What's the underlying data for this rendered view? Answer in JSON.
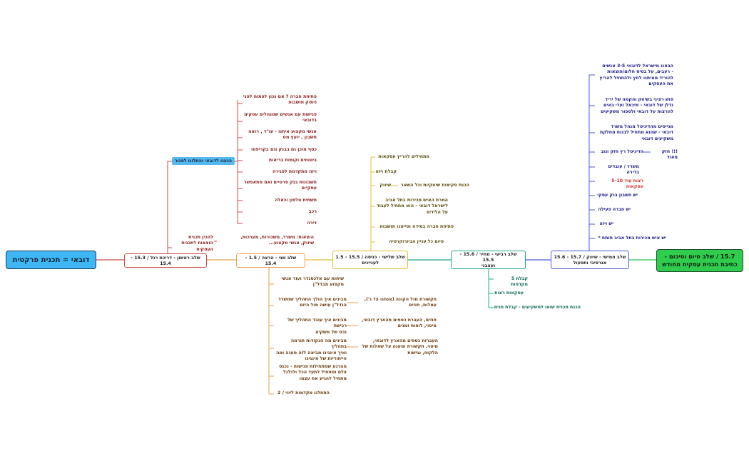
{
  "root": "דובאי = תכנית פרקטית",
  "final": "15.7 / שלב סיום וסיכום -\nכתיבת תכנית עסקית מחודש",
  "stages": {
    "s1": "שלב ראשון - דריכת רגל / 15.3 - 15.4",
    "s2": "שלב שני - הרצה / 1.5 - 15.4",
    "s3": "שלב שלישי - כניסה / 15.5 - 1.5\nלעניינים",
    "s4": "שלב רביעי - מחיר / 15.6 - 15.5\nועצבני",
    "s5": "שלב חמישי - שיווק / 15.7 - 15.6\nאגרסיבי ותפעול"
  },
  "stage1": {
    "chip": "הגענו לדובאי והתלונו לסגור",
    "items": [
      "פתיחת חברה ? אם נכון לפתוח לפני\nניתוק תושבות",
      "פגישות עם אנשים שמנהלים עסקים\nבדובאי",
      "אנשי מקצוע איתנו - עו\"ד , רואה\nחשבון , יועץ מס",
      "כסף מוכן גם בבנק וגם בקריפטו",
      "ביטוחים וקופות בריאות",
      "ויזה מתקדמת לפגירה",
      "חשבונות בנק פרטיים ואם מתאפשר\nעסקיים",
      "תשתית טלפון וכאלה",
      "רכב",
      "דירה"
    ],
    "plan_label": "להכין תכנית הוצאות לתכנית\nהעסקית",
    "plan_value": "הוצאות: משרד, משכורות, מערכות,\nשיווק, אנשי מקצוע..."
  },
  "stage2": {
    "items": [
      "שיחות עם אלכסנדר ועוד אנשי\nמקצוע מבדל\"ן",
      "מבינים איך הולך התהליך שמשרד\nהנדל\"ן עושה מול היזם",
      "מבינים איך עובד התהליך של רכישת\nנכס של משקיע",
      "מבינים מה הנקודות תורמה בתהליך\nואיך אינגיגו מביאה לזה מענה ומה\nהייחודיות של אינגיגו",
      "מהרגע שמתחילות פגישות - נכנס\nצלם ומתחיל לתעד הכל ולגלגל\nמתחיל להגיע את עצמו",
      "התחלנו מקדמות ליווי / 2"
    ],
    "side": [
      "תקשורת מול הקונה (אנחנו צד ג'),\nעמלות, חוזים",
      "חוזים, העברת כספים מהארץ דובאי,\nמיסוי, לוחות זמנים",
      "העברות כספים מהארץ לדובאי,\nמיסוי, תקשורת ומענה על שאלות של\nהלקוח, נגישות"
    ]
  },
  "stage3": {
    "items": [
      "מתחילים להריץ עסקאות",
      "קבלת ויזה",
      "שיווק",
      "המרת האיש מכירות בתל אביב\nלישראל דובאי - הוא מתחיל לעבוד\nעל הלידים",
      "פתיחת חברה במידה וסיימנו תושבות",
      "סיום כל עניין הביורוקרטיה"
    ],
    "marketing_note": "הכנת סקיצות שיווקיות וכל השאר"
  },
  "stage4": {
    "items": [
      "קבלת 5 מקדמות",
      "עסקאות רצות",
      "הכנת תכנית שואו למשקיעים - קבלת פנים"
    ]
  },
  "stage5": {
    "items": [
      "הבאנו מישראל לדובאי 3-5 אנשים\n- רעבים, על בסיס חלום/תוצאות\nלהוריד מאיתנו לחץ ולהתחיל להריץ\nאת העסקים",
      "פוש רציני בשיווק והקמה של יריד\nנדלן של דובאי - מיכאל ועדי באים\nלהרצות על דובאי ולספור משקיעים",
      "מגייסים מהדיגיטל מנהל משרד\nדובאי - שהוא מתחיל לבנות מחלקת\nמשקיעים דובאי",
      "הדיגיטל רץ חזק ונוב",
      "משרד / עובדים בדירה",
      "רצות עוד 5-10 עסקאות",
      "יש חשבון בנק עסקי",
      "יש חברה פעילה",
      "יש ויזה",
      "יש איש מכירות בתל אביב תותח *"
    ],
    "digital_note": "!!! חזק מאוד"
  },
  "colors": {
    "root_fill": "#3fb7f5",
    "final_fill": "#2fcc4e",
    "stage1_line": "#d04848",
    "stage2_line": "#e8a050",
    "stage3_line": "#e0c030",
    "stage4_line": "#1aa88a",
    "stage5_line": "#4a5ad8"
  }
}
